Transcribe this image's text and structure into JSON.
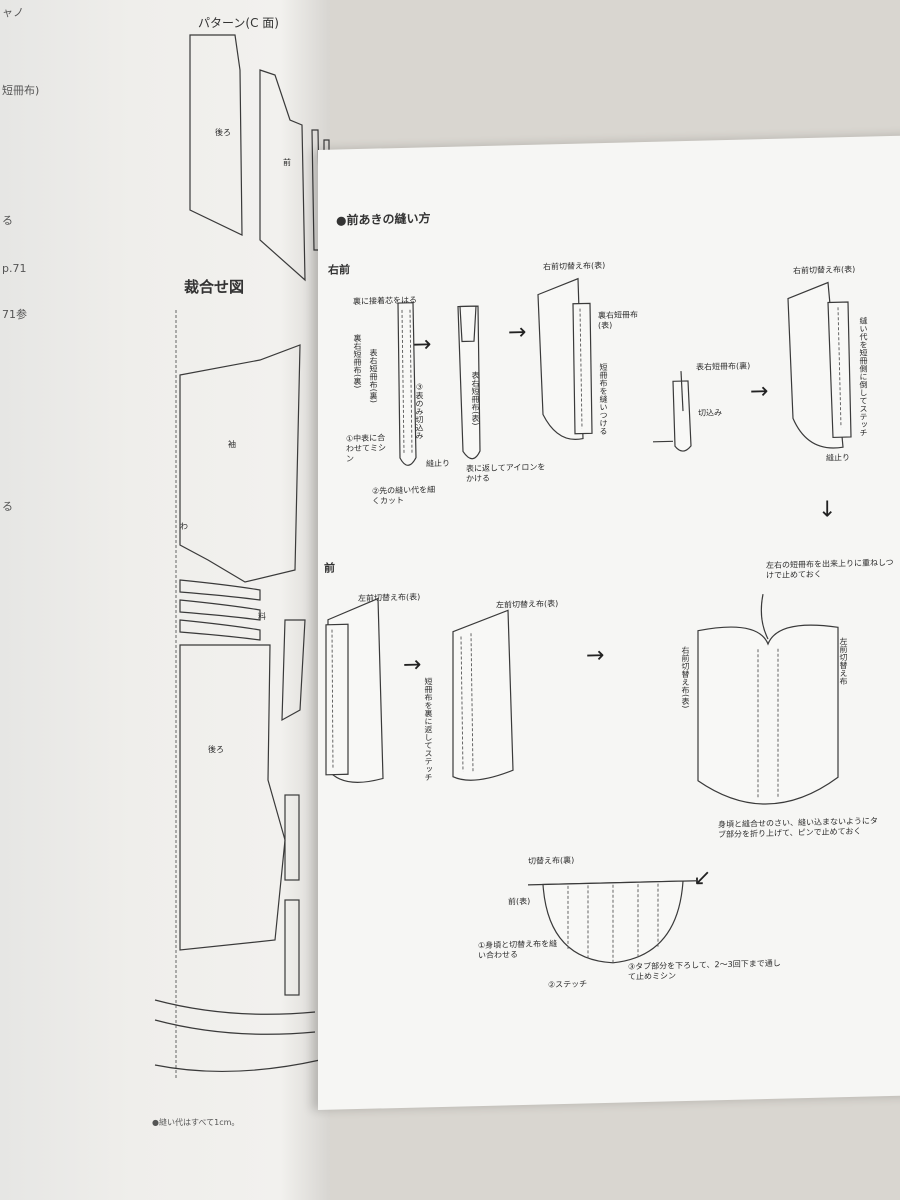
{
  "left_page": {
    "margin_notes": [
      "ャノ",
      "短冊布)",
      "る",
      "p.71",
      "71参",
      "る"
    ],
    "pattern_title": "パターン(C 面)",
    "pattern_labels": {
      "back": "後ろ",
      "front": "前"
    },
    "layout_title": "裁合せ図",
    "layout_labels": {
      "sleeve": "袖",
      "back": "後ろ",
      "wa": "わ",
      "ryo": "料"
    },
    "footnote": "●縫い代はすべて1cm。"
  },
  "right_page": {
    "section_title": "●前あきの縫い方",
    "right_front_label": "右前",
    "left_front_label": "前",
    "step1": {
      "notes": [
        "裏に接着芯をはる",
        "裏右短冊布(裏)",
        "表右短冊布(裏)",
        "③表のみ切込み",
        "①中表に合わせてミシン",
        "縫止り",
        "②先の縫い代を細くカット"
      ]
    },
    "step2": {
      "notes": [
        "表右短冊布(表)",
        "表に返してアイロンをかける"
      ]
    },
    "step3": {
      "notes": [
        "右前切替え布(表)",
        "裏右短冊布(表)",
        "短冊布を縫いつける"
      ]
    },
    "step4": {
      "notes": [
        "表右短冊布(裏)",
        "切込み"
      ]
    },
    "step5": {
      "notes": [
        "右前切替え布(表)",
        "縫い代を短冊側に倒してステッチ",
        "縫止り"
      ]
    },
    "step6": {
      "notes": [
        "左前切替え布(表)"
      ]
    },
    "step7": {
      "notes": [
        "左前切替え布(表)",
        "短冊布を裏に返してステッチ"
      ]
    },
    "step8": {
      "notes": [
        "左右の短冊布を出来上りに重ねしつけで止めておく",
        "右前切替え布(表)",
        "左前切替え布",
        "身頃と縫合せのさい、縫い込まないようにタブ部分を折り上げて、ピンで止めておく"
      ]
    },
    "step9": {
      "notes": [
        "切替え布(裏)",
        "前(表)",
        "①身頃と切替え布を縫い合わせる",
        "②ステッチ",
        "③タブ部分を下ろして、2〜3回下まで通して止めミシン"
      ]
    }
  }
}
